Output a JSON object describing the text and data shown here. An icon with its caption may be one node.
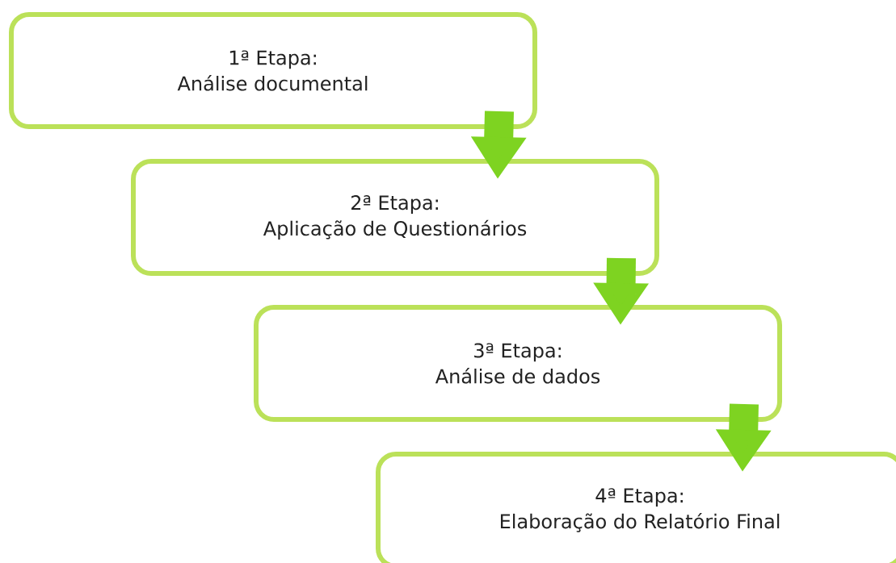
{
  "diagram": {
    "nodes": [
      {
        "text": [
          "1ª Etapa:",
          "Análise documental"
        ]
      },
      {
        "text": [
          "2ª Etapa:",
          "Aplicação de Questionários"
        ]
      },
      {
        "text": [
          "3ª Etapa:",
          "Análise de dados"
        ]
      },
      {
        "text": [
          "4ª Etapa:",
          "Elaboração  do Relatório Final"
        ]
      }
    ],
    "edges": [
      {
        "from": 0,
        "to": 1,
        "arrow": "to"
      },
      {
        "from": 1,
        "to": 2,
        "arrow": "to"
      },
      {
        "from": 2,
        "to": 3,
        "arrow": "to"
      }
    ]
  }
}
